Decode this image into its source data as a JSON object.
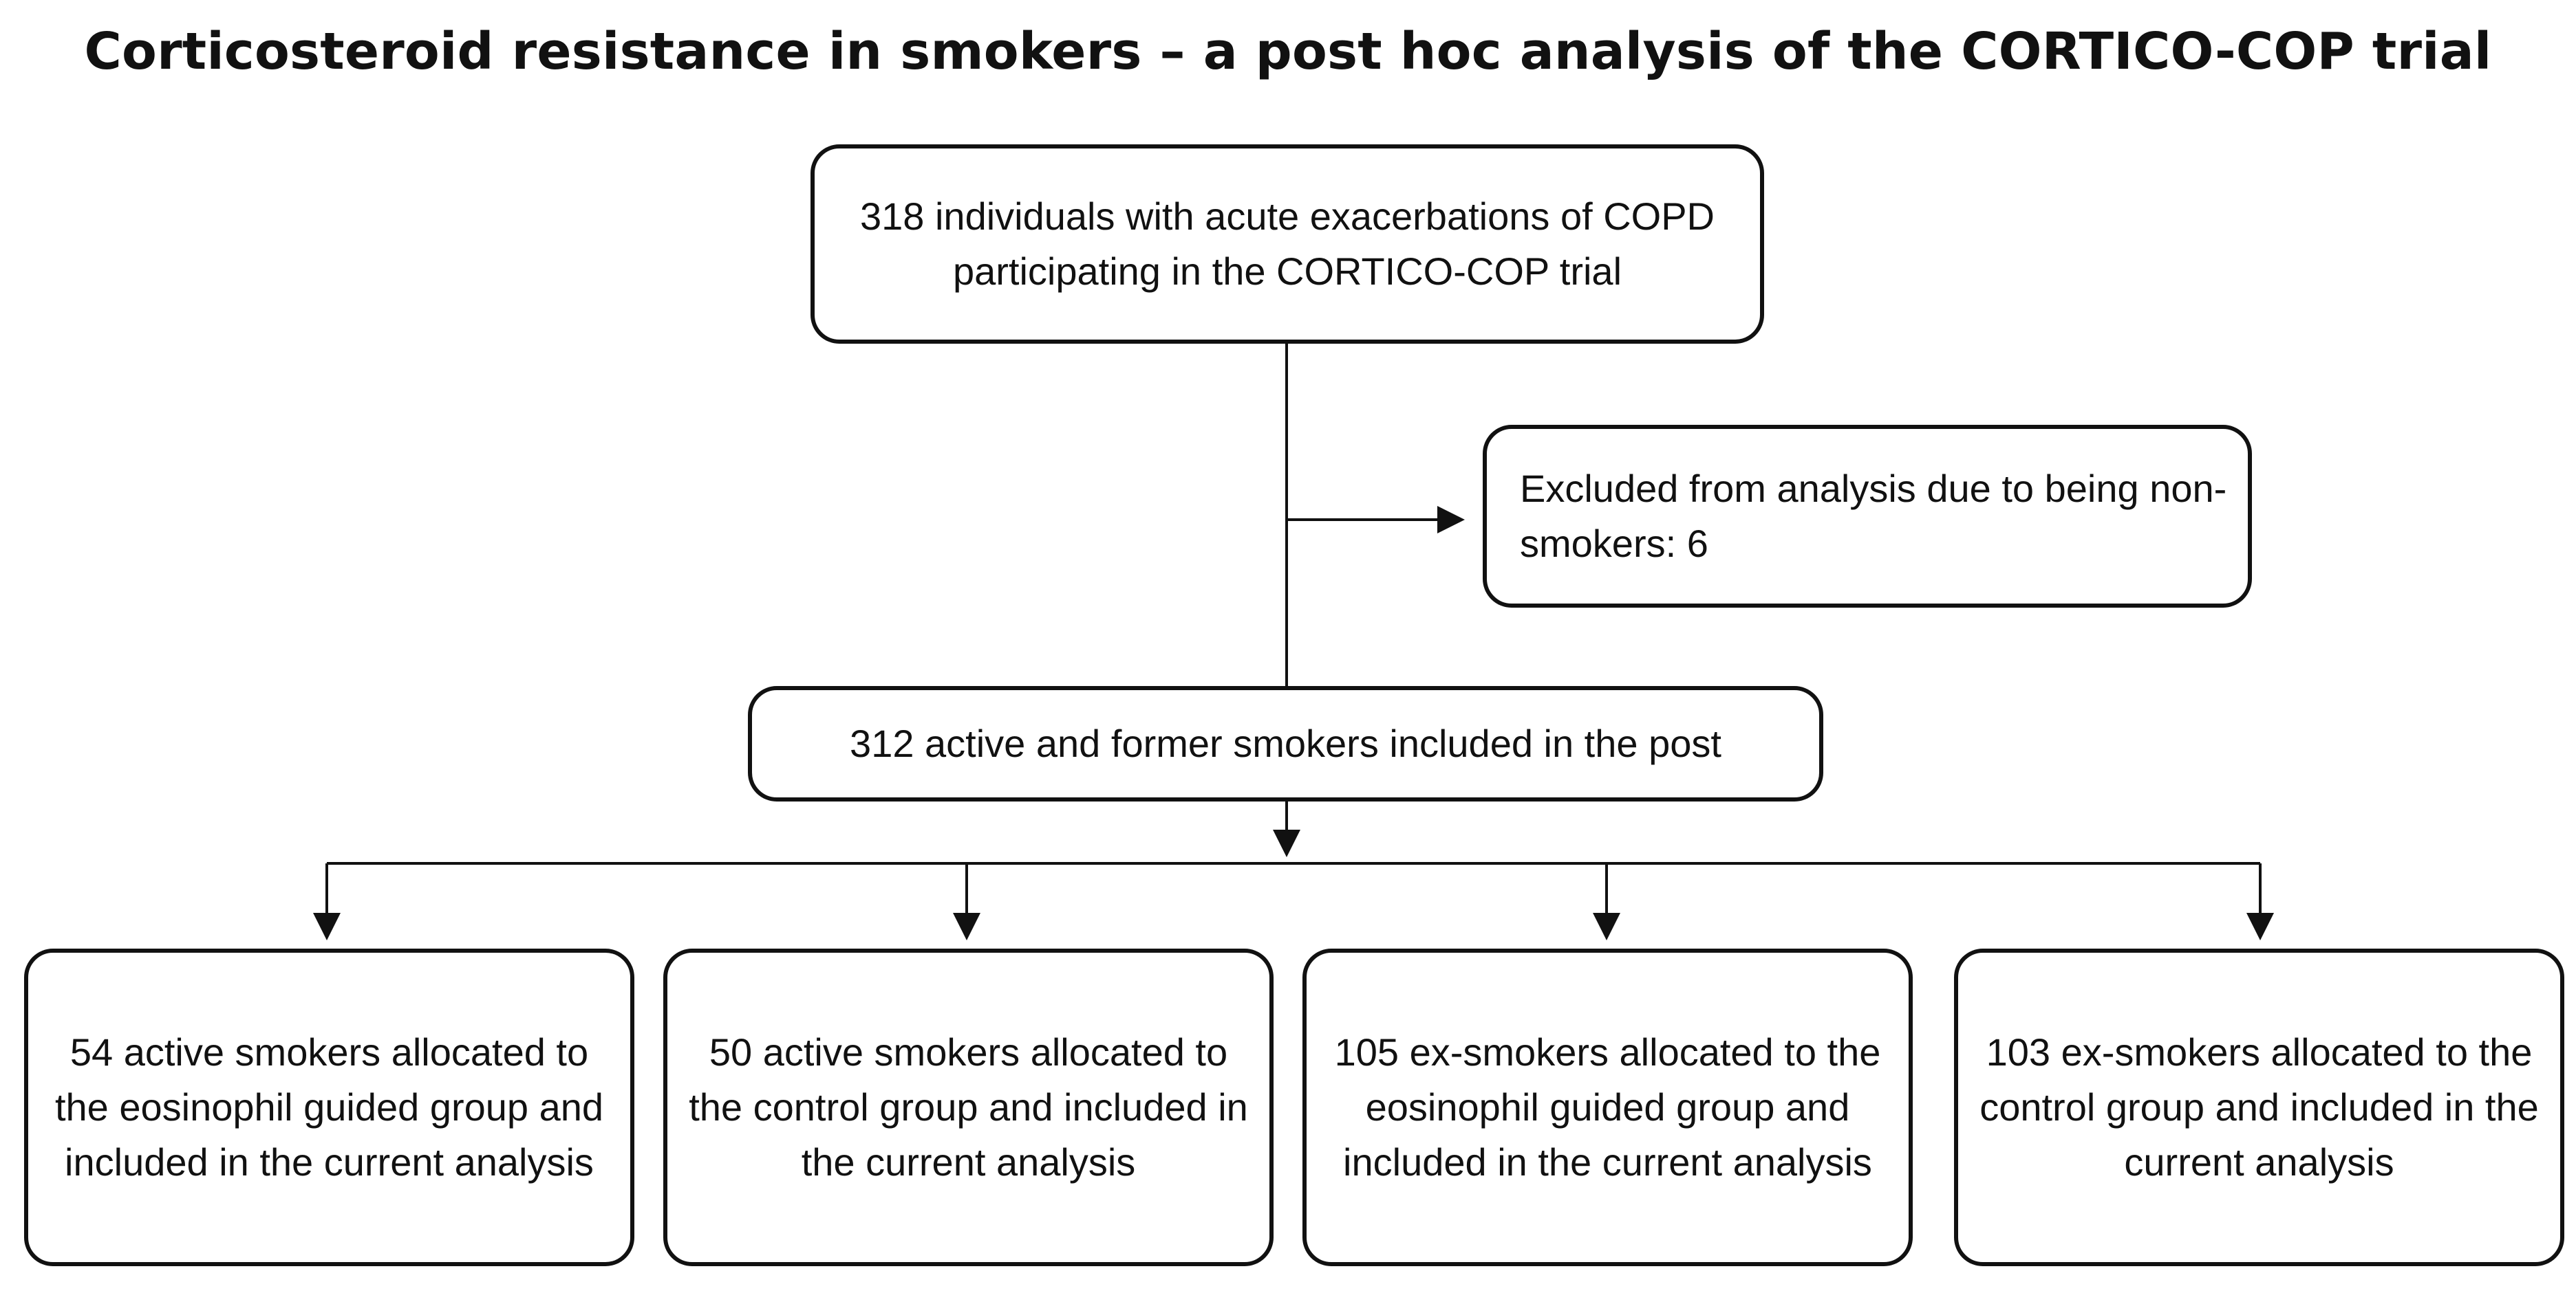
{
  "title": "Corticosteroid resistance in smokers – a post hoc analysis of the CORTICO-COP trial",
  "boxes": {
    "total": "318 individuals with acute exacerbations of COPD participating in the CORTICO-COP trial",
    "excluded": "Excluded from analysis due to being non-smokers: 6",
    "included": "312 active and former smokers included in the post",
    "groups": [
      "54 active smokers allocated to the eosinophil guided group and included in the current analysis",
      "50 active smokers allocated to the control group and included in the current analysis",
      "105 ex-smokers allocated to the eosinophil guided group and included in the current analysis",
      "103 ex-smokers allocated to the control group and included in the current analysis"
    ]
  },
  "colors": {
    "line": "#111111",
    "box_border": "#111111",
    "background": "#ffffff"
  }
}
